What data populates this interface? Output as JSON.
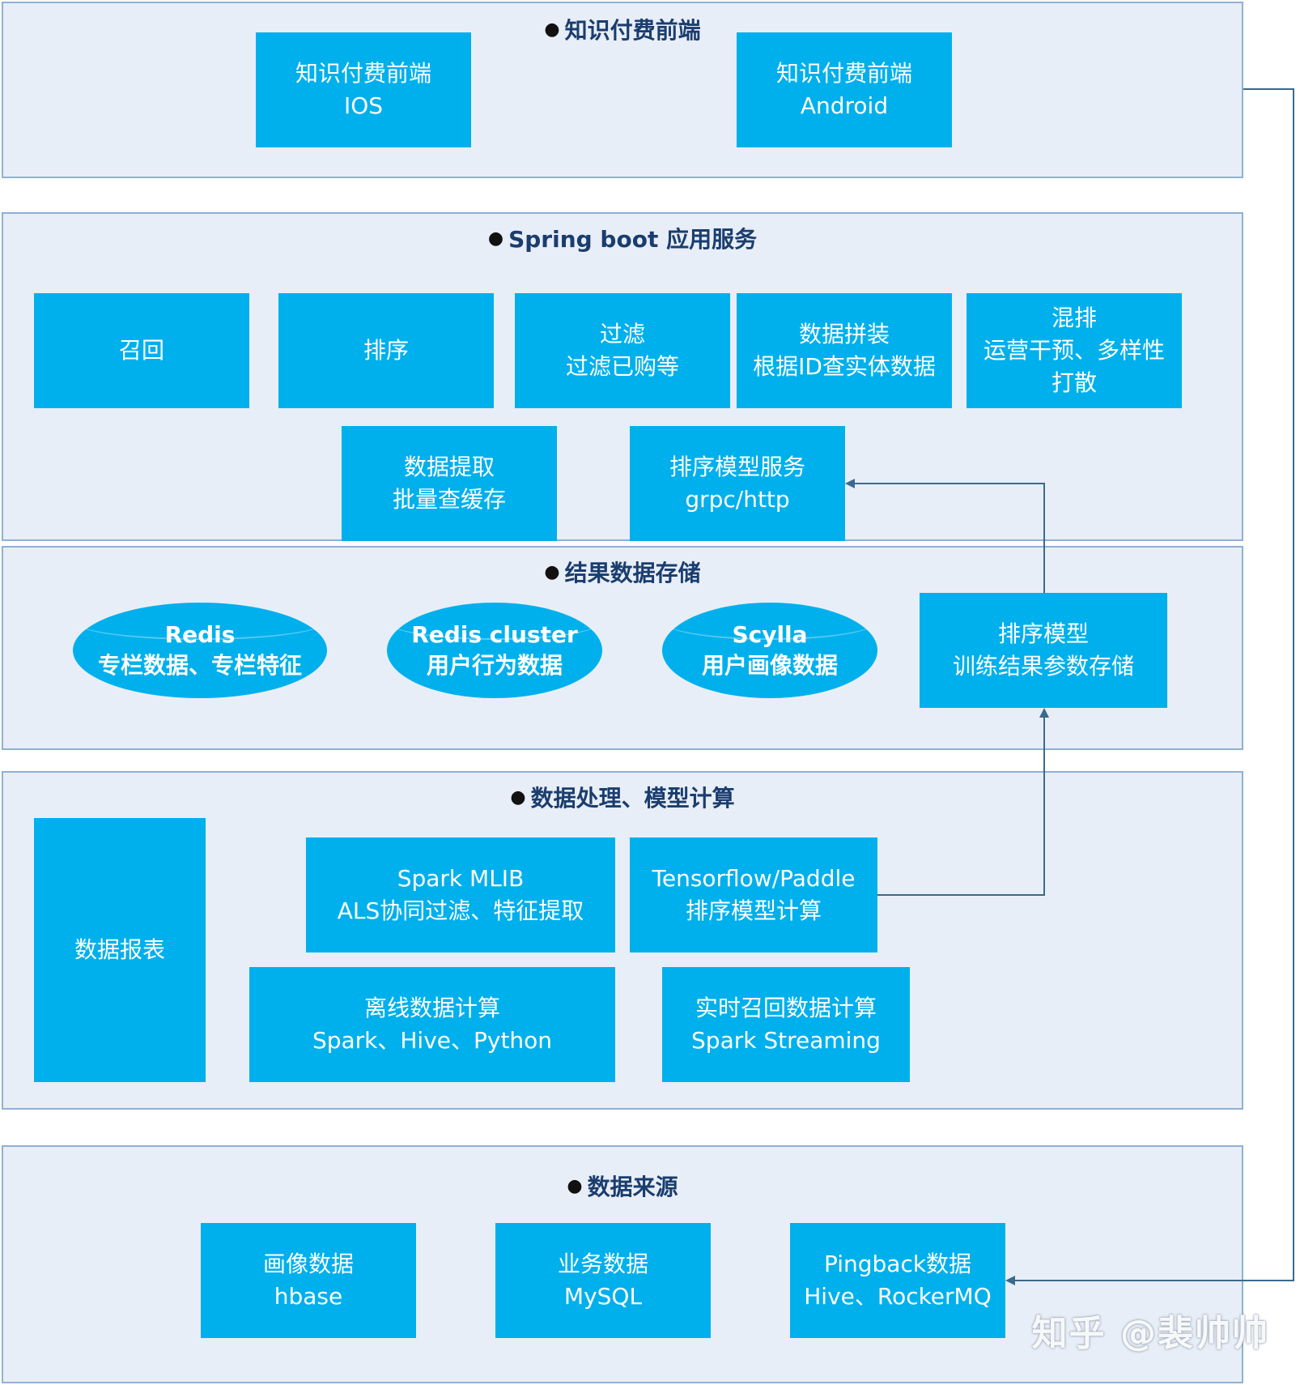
{
  "layers": {
    "frontend": {
      "title": "知识付费前端",
      "ios": {
        "line1": "知识付费前端",
        "line2": "IOS"
      },
      "android": {
        "line1": "知识付费前端",
        "line2": "Android"
      }
    },
    "service": {
      "title": "Spring boot 应用服务",
      "recall": "召回",
      "sort": "排序",
      "filter": {
        "line1": "过滤",
        "line2": "过滤已购等"
      },
      "assemble": {
        "line1": "数据拼装",
        "line2": "根据ID查实体数据"
      },
      "mix": {
        "line1": "混排",
        "line2": "运营干预、多样性",
        "line3": "打散"
      },
      "fetch": {
        "line1": "数据提取",
        "line2": "批量查缓存"
      },
      "rank_service": {
        "line1": "排序模型服务",
        "line2": "grpc/http"
      }
    },
    "storage": {
      "title": "结果数据存储",
      "redis": {
        "line1": "Redis",
        "line2": "专栏数据、专栏特征"
      },
      "redis_cluster": {
        "line1": "Redis cluster",
        "line2": "用户行为数据"
      },
      "scylla": {
        "line1": "Scylla",
        "line2": "用户画像数据"
      },
      "rank_model": {
        "line1": "排序模型",
        "line2": "训练结果参数存储"
      }
    },
    "processing": {
      "title": "数据处理、模型计算",
      "report": "数据报表",
      "spark_mlib": {
        "line1": "Spark MLIB",
        "line2": "ALS协同过滤、特征提取"
      },
      "tensorflow": {
        "line1": "Tensorflow/Paddle",
        "line2": "排序模型计算"
      },
      "offline": {
        "line1": "离线数据计算",
        "line2": "Spark、Hive、Python"
      },
      "realtime": {
        "line1": "实时召回数据计算",
        "line2": "Spark Streaming"
      }
    },
    "sources": {
      "title": "数据来源",
      "profile": {
        "line1": "画像数据",
        "line2": "hbase"
      },
      "business": {
        "line1": "业务数据",
        "line2": "MySQL"
      },
      "pingback": {
        "line1": "Pingback数据",
        "line2": "Hive、RockerMQ"
      }
    }
  },
  "watermark": "知乎 @裴帅帅",
  "colors": {
    "box_fill": "#00b0ec",
    "layer_fill": "#e8eef7",
    "layer_border": "#8fb0d6",
    "connector": "#3a6a8e",
    "title_text": "#1a3d6e"
  }
}
